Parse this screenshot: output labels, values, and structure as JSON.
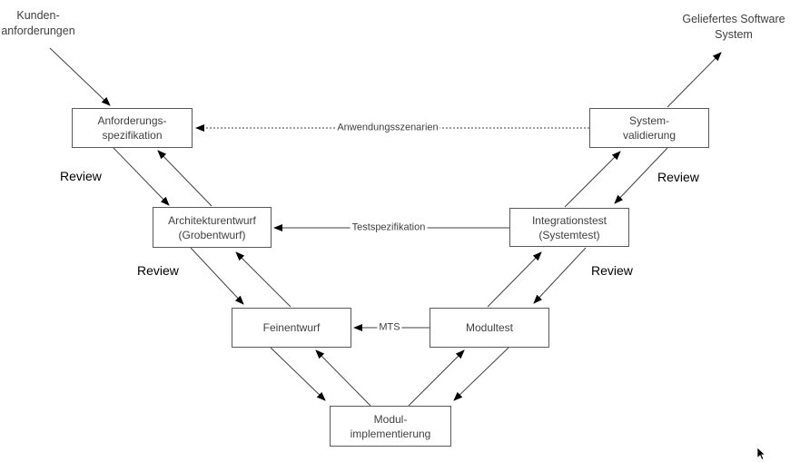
{
  "diagram": {
    "external_labels": {
      "customer_requirements": {
        "line1": "Kunden-",
        "line2": "anforderungen"
      },
      "delivered_system": {
        "line1": "Geliefertes Software",
        "line2": "System"
      }
    },
    "boxes": {
      "requirements_spec": {
        "line1": "Anforderungs-",
        "line2": "spezifikation"
      },
      "system_validation": {
        "line1": "System-",
        "line2": "validierung"
      },
      "architecture_design": {
        "line1": "Architekturentwurf",
        "line2": "(Grobentwurf)"
      },
      "integration_test": {
        "line1": "Integrationstest",
        "line2": "(Systemtest)"
      },
      "detailed_design": {
        "line1": "Feinentwurf"
      },
      "module_test": {
        "line1": "Modultest"
      },
      "module_implementation": {
        "line1": "Modul-",
        "line2": "implementierung"
      }
    },
    "arrow_labels": {
      "application_scenarios": "Anwendungsszenarien",
      "test_specification": "Testspezifikation",
      "mts": "MTS"
    },
    "review_labels": {
      "left_top": "Review",
      "left_middle": "Review",
      "right_top": "Review",
      "right_middle": "Review"
    },
    "colors": {
      "box_border": "#595959",
      "box_text": "#404040",
      "connector_line": "#404040",
      "arrowhead": "#000000",
      "review_text": "#000000",
      "background": "#ffffff"
    }
  }
}
